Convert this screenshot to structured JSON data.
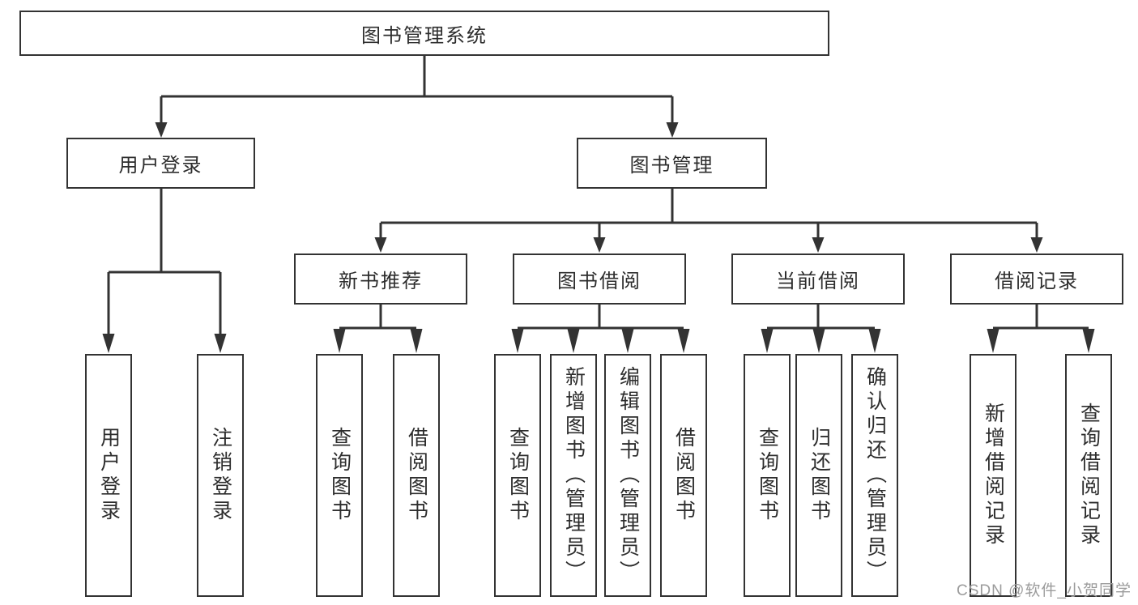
{
  "diagram": {
    "root": {
      "label": "图书管理系统"
    },
    "branches": [
      {
        "label": "用户登录",
        "children": [
          {
            "label": "用户登录"
          },
          {
            "label": "注销登录"
          }
        ]
      },
      {
        "label": "图书管理",
        "children": [
          {
            "label": "新书推荐",
            "children": [
              {
                "label": "查询图书"
              },
              {
                "label": "借阅图书"
              }
            ]
          },
          {
            "label": "图书借阅",
            "children": [
              {
                "label": "查询图书"
              },
              {
                "label": "新增图书（管理员）"
              },
              {
                "label": "编辑图书（管理员）"
              },
              {
                "label": "借阅图书"
              }
            ]
          },
          {
            "label": "当前借阅",
            "children": [
              {
                "label": "查询图书"
              },
              {
                "label": "归还图书"
              },
              {
                "label": "确认归还（管理员）"
              }
            ]
          },
          {
            "label": "借阅记录",
            "children": [
              {
                "label": "新增借阅记录"
              },
              {
                "label": "查询借阅记录"
              }
            ]
          }
        ]
      }
    ]
  },
  "watermark": {
    "text": "CSDN @软件_小贺同学"
  },
  "colors": {
    "background": "#ffffff",
    "box_border": "#333333",
    "connector_line": "#333333",
    "text": "#2d2d2d",
    "watermark": "#9b9b9b"
  }
}
